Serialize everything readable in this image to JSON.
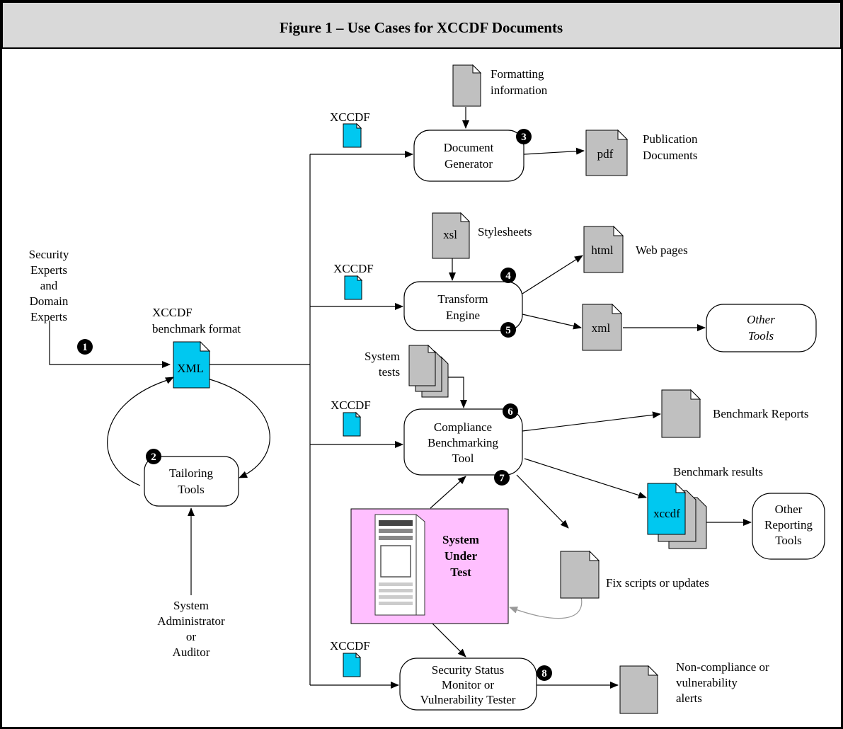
{
  "title": "Figure 1 – Use Cases for XCCDF Documents",
  "actors": {
    "experts": [
      "Security",
      "Experts",
      "and",
      "Domain",
      "Experts"
    ],
    "admin": [
      "System",
      "Administrator",
      "or",
      "Auditor"
    ]
  },
  "benchmark_format": [
    "XCCDF",
    "benchmark format"
  ],
  "xml_label": "XML",
  "xccdf_label": "XCCDF",
  "processes": {
    "tailoring": [
      "Tailoring",
      "Tools"
    ],
    "document_generator": [
      "Document",
      "Generator"
    ],
    "transform_engine": [
      "Transform",
      "Engine"
    ],
    "compliance_tool": [
      "Compliance",
      "Benchmarking",
      "Tool"
    ],
    "security_monitor": [
      "Security Status",
      "Monitor or",
      "Vulnerability Tester"
    ],
    "other_tools": [
      "Other",
      "Tools"
    ],
    "other_reporting": [
      "Other",
      "Reporting",
      "Tools"
    ]
  },
  "system_under_test": [
    "System",
    "Under",
    "Test"
  ],
  "docs": {
    "formatting_info": [
      "Formatting",
      "information"
    ],
    "pdf": "pdf",
    "publication": [
      "Publication",
      "Documents"
    ],
    "xsl": "xsl",
    "stylesheets": "Stylesheets",
    "html": "html",
    "web_pages": "Web pages",
    "xml": "xml",
    "system_tests": [
      "System",
      "tests"
    ],
    "benchmark_reports": "Benchmark Reports",
    "benchmark_results": "Benchmark results",
    "xccdf_small": "xccdf",
    "fix_scripts": "Fix scripts or updates",
    "alerts": [
      "Non-compliance or",
      "vulnerability",
      "alerts"
    ]
  },
  "markers": [
    "1",
    "2",
    "3",
    "4",
    "5",
    "6",
    "7",
    "8"
  ],
  "colors": {
    "xccdf_doc": "#00c8f0",
    "generic_doc": "#c0c0c0",
    "system_under_test": "#ffbfff",
    "title_bar": "#d9d9d9"
  }
}
